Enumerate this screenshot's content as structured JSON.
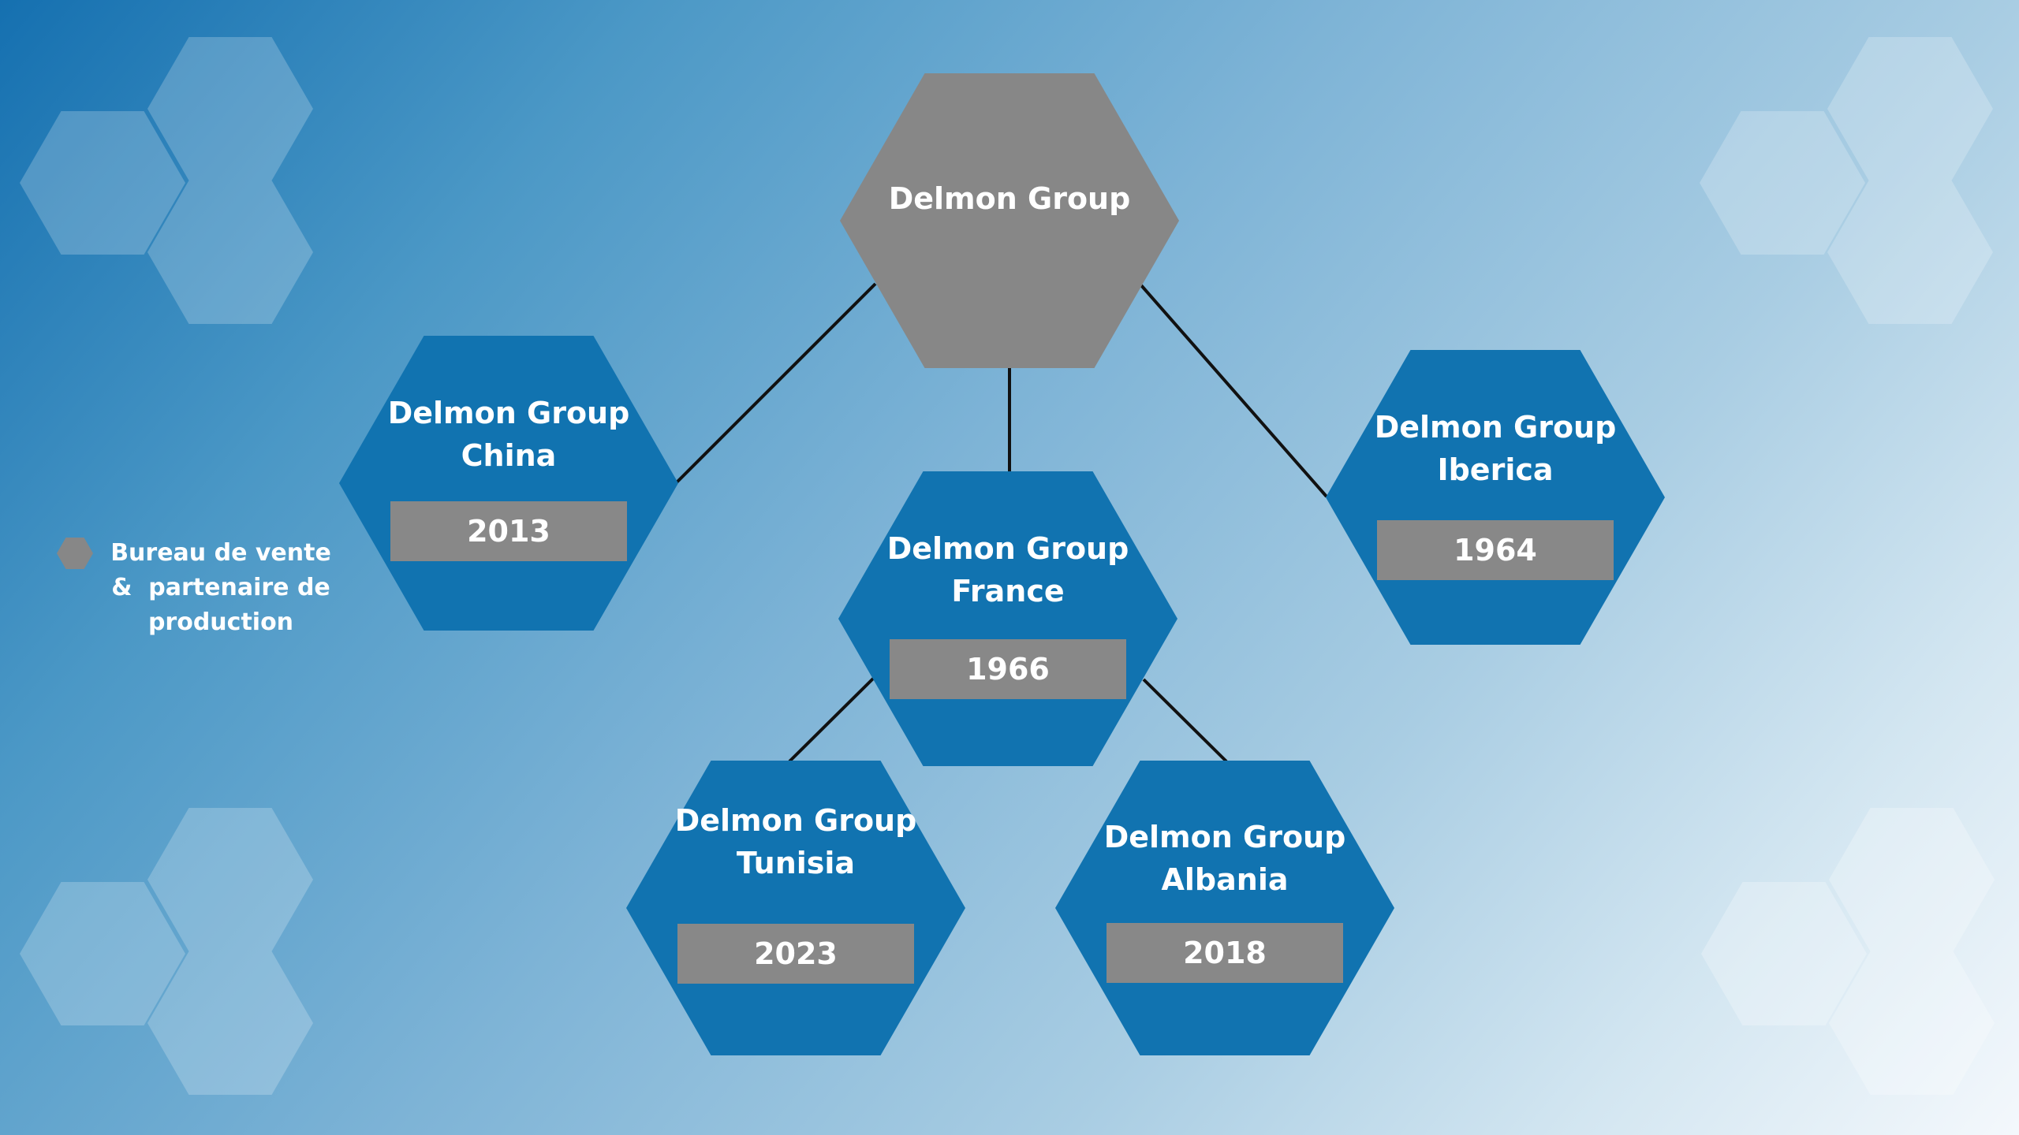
{
  "colors": {
    "parent_hex": "#878787",
    "child_hex": "#1173b0",
    "year_bar": "#888888",
    "connector": "#111111",
    "text": "#ffffff"
  },
  "root": {
    "id": "group",
    "title_lines": [
      "Delmon Group"
    ]
  },
  "nodes": [
    {
      "id": "china",
      "title_lines": [
        "Delmon Group",
        "China"
      ],
      "year": "2013"
    },
    {
      "id": "france",
      "title_lines": [
        "Delmon Group",
        "France"
      ],
      "year": "1966"
    },
    {
      "id": "iberica",
      "title_lines": [
        "Delmon Group",
        "Iberica"
      ],
      "year": "1964"
    },
    {
      "id": "tunisia",
      "title_lines": [
        "Delmon Group",
        "Tunisia"
      ],
      "year": "2023"
    },
    {
      "id": "albania",
      "title_lines": [
        "Delmon Group",
        "Albania"
      ],
      "year": "2018"
    }
  ],
  "edges": [
    {
      "from": "group",
      "to": "china"
    },
    {
      "from": "group",
      "to": "france"
    },
    {
      "from": "group",
      "to": "iberica"
    },
    {
      "from": "france",
      "to": "tunisia"
    },
    {
      "from": "france",
      "to": "albania"
    }
  ],
  "legend": {
    "icon": "gray-hexagon-icon",
    "lines": [
      "Bureau de vente",
      "&  partenaire de",
      "production"
    ]
  }
}
